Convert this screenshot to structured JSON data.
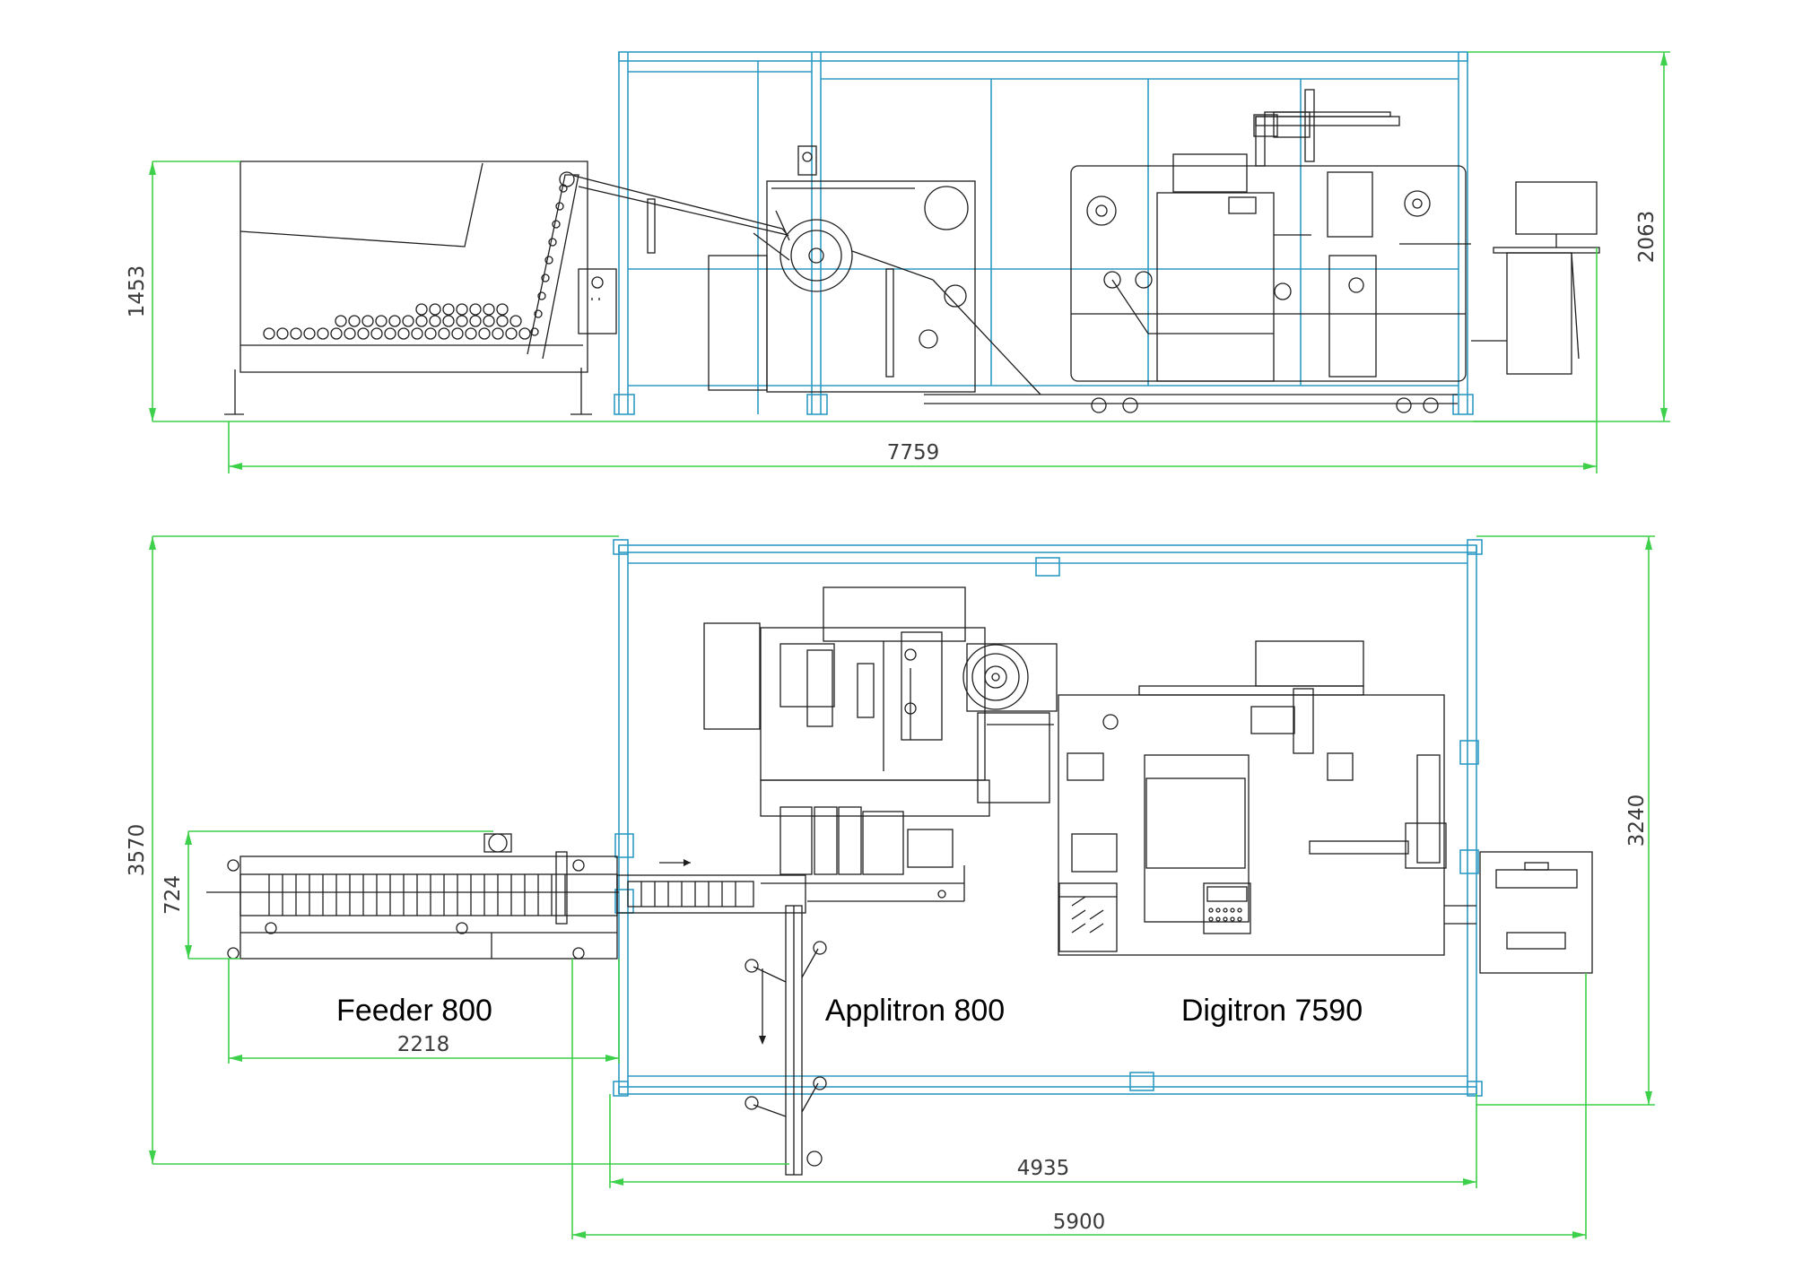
{
  "dimensions": {
    "side_view": {
      "total_length": "7759",
      "feeder_height": "1453",
      "enclosure_height": "2063"
    },
    "plan_view": {
      "total_depth": "3570",
      "feeder_width": "724",
      "feeder_length": "2218",
      "enclosure_depth": "3240",
      "enclosure_length": "4935",
      "line_length": "5900"
    }
  },
  "machines": {
    "feeder": "Feeder 800",
    "applitron": "Applitron 800",
    "digitron": "Digitron 7590"
  },
  "colors": {
    "dimension_lines": "#3dd04a",
    "enclosure_frame": "#2e9bc4",
    "machine_outline": "#1e1e1e"
  }
}
